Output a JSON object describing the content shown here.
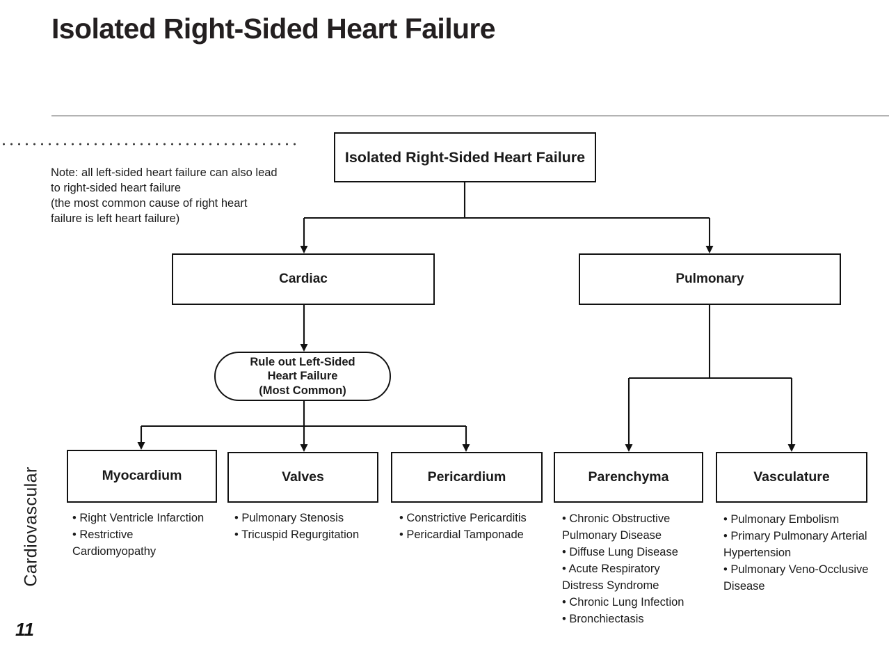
{
  "page": {
    "title": "Isolated Right-Sided Heart Failure",
    "sidebar_label": "Cardiovascular",
    "page_number": "11"
  },
  "note": {
    "line1": "Note: all left-sided heart failure can also lead",
    "line2": "to right-sided heart failure",
    "line3": "(the most common cause of right heart",
    "line4": "failure is left heart failure)"
  },
  "flowchart": {
    "root": "Isolated Right-Sided Heart Failure",
    "branches": {
      "cardiac": "Cardiac",
      "pulmonary": "Pulmonary"
    },
    "rule_out": "Rule out Left-Sided Heart Failure (Most Common)",
    "rule_out_lines": {
      "l1": "Rule out Left-Sided",
      "l2": "Heart Failure",
      "l3": "(Most Common)"
    },
    "categories": [
      {
        "key": "myocardium",
        "label": "Myocardium",
        "items": [
          "• Right Ventricle Infarction",
          "• Restrictive Cardiomyopathy"
        ]
      },
      {
        "key": "valves",
        "label": "Valves",
        "items": [
          "• Pulmonary Stenosis",
          "• Tricuspid Regurgitation"
        ]
      },
      {
        "key": "pericardium",
        "label": "Pericardium",
        "items": [
          "• Constrictive Pericarditis",
          "• Pericardial Tamponade"
        ]
      },
      {
        "key": "parenchyma",
        "label": "Parenchyma",
        "items": [
          "• Chronic Obstructive Pulmonary Disease",
          "• Diffuse Lung Disease",
          "• Acute Respiratory Distress Syndrome",
          "• Chronic Lung Infection",
          "• Bronchiectasis"
        ]
      },
      {
        "key": "vasculature",
        "label": "Vasculature",
        "items": [
          "• Pulmonary Embolism",
          "• Primary Pulmonary Arterial Hypertension",
          "• Pulmonary Veno-Occlusive Disease"
        ]
      }
    ]
  },
  "colors": {
    "ink": "#111111",
    "text": "#1a1a1a",
    "rule": "#3a3a3a",
    "background": "#ffffff"
  }
}
